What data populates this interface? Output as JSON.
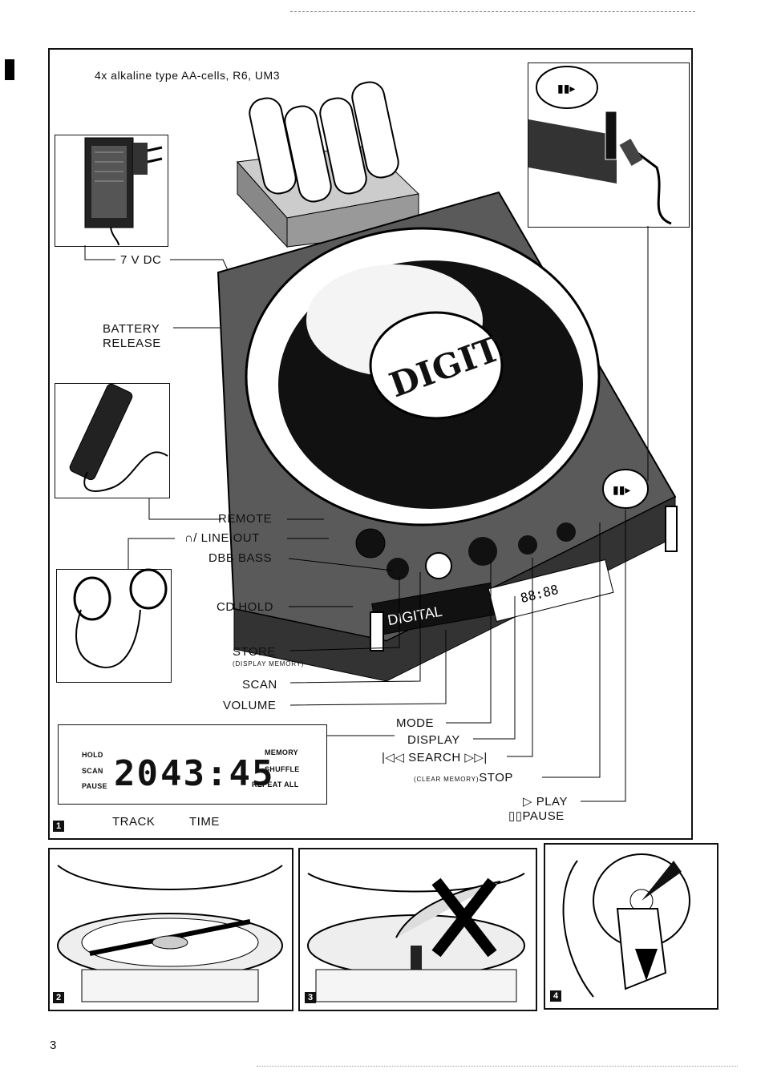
{
  "battery_caption": "4x alkaline type AA-cells, R6, UM3",
  "labels": {
    "dc": "7 V DC",
    "battery_release_1": "BATTERY",
    "battery_release_2": "RELEASE",
    "remote": "REMOTE",
    "line_out": "/ LINE OUT",
    "dbb_bass": "DBB BASS",
    "cd_hold": "CD HOLD",
    "store": "STORE",
    "store_sub": "(DISPLAY MEMORY)",
    "scan": "SCAN",
    "volume": "VOLUME",
    "mode": "MODE",
    "display": "DISPLAY",
    "search": "SEARCH",
    "stop_prefix": "(CLEAR MEMORY)",
    "stop": "STOP",
    "play": "PLAY",
    "pause": "PAUSE"
  },
  "lcd": {
    "hold": "HOLD",
    "scan": "SCAN",
    "pause": "PAUSE",
    "memory": "MEMORY",
    "shuffle": "SHUFFLE",
    "repeat_all": "REPEAT ALL",
    "track_digits": "20",
    "time_digits": "43:45",
    "track_label": "TRACK",
    "time_label": "TIME"
  },
  "device_text": {
    "disc_logo": "DIGITAL",
    "front_logo": "DIGITAL",
    "display_readout": "88:88"
  },
  "figures": [
    "1",
    "2",
    "3",
    "4"
  ],
  "page_number": "3",
  "icons": [
    "headphone-icon",
    "previous-search-icon",
    "next-search-icon",
    "play-triangle-icon",
    "pause-bars-icon",
    "play-pause-button-icon",
    "no-cross-icon"
  ]
}
